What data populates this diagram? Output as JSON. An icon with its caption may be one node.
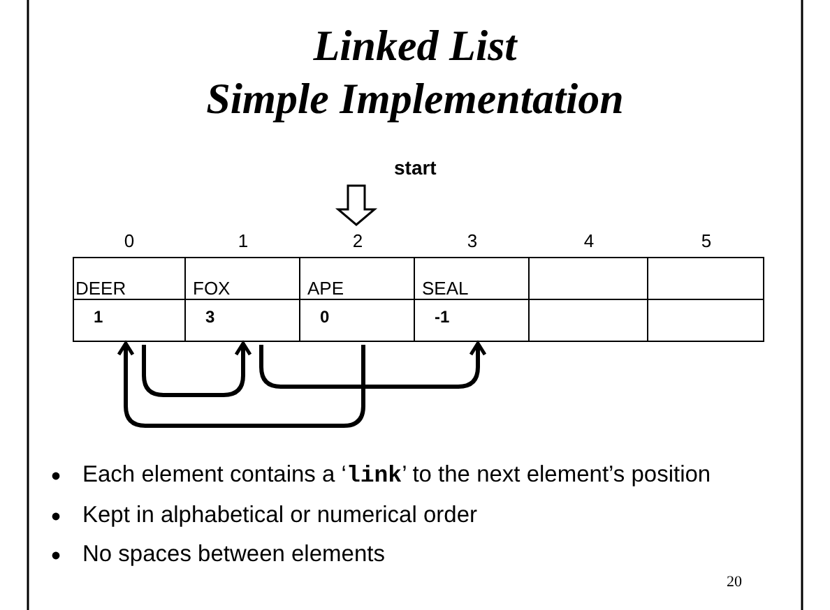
{
  "diagram": {
    "title": "Linked List Simple Implementation",
    "nodes": [
      {
        "text": [
          "start"
        ]
      },
      {
        "text": [
          "0",
          "DEER",
          "1"
        ]
      },
      {
        "text": [
          "1",
          "FOX",
          "3"
        ]
      },
      {
        "text": [
          "2",
          "APE",
          "0"
        ]
      },
      {
        "text": [
          "3",
          "SEAL",
          "-1"
        ]
      },
      {
        "text": [
          "4"
        ]
      },
      {
        "text": [
          "5"
        ]
      }
    ],
    "edges": [
      {
        "from": 0,
        "to": 3,
        "arrow": "to",
        "style": "thick"
      },
      {
        "from": 1,
        "to": 2,
        "arrow": "to"
      },
      {
        "from": 2,
        "to": 4,
        "arrow": "to"
      },
      {
        "from": 3,
        "to": 1,
        "arrow": "to"
      }
    ],
    "labels": [
      "Each element contains a ‘**link**’ to the next element’s position",
      "Kept in alphabetical or numerical order",
      "No spaces between elements",
      "20"
    ]
  }
}
